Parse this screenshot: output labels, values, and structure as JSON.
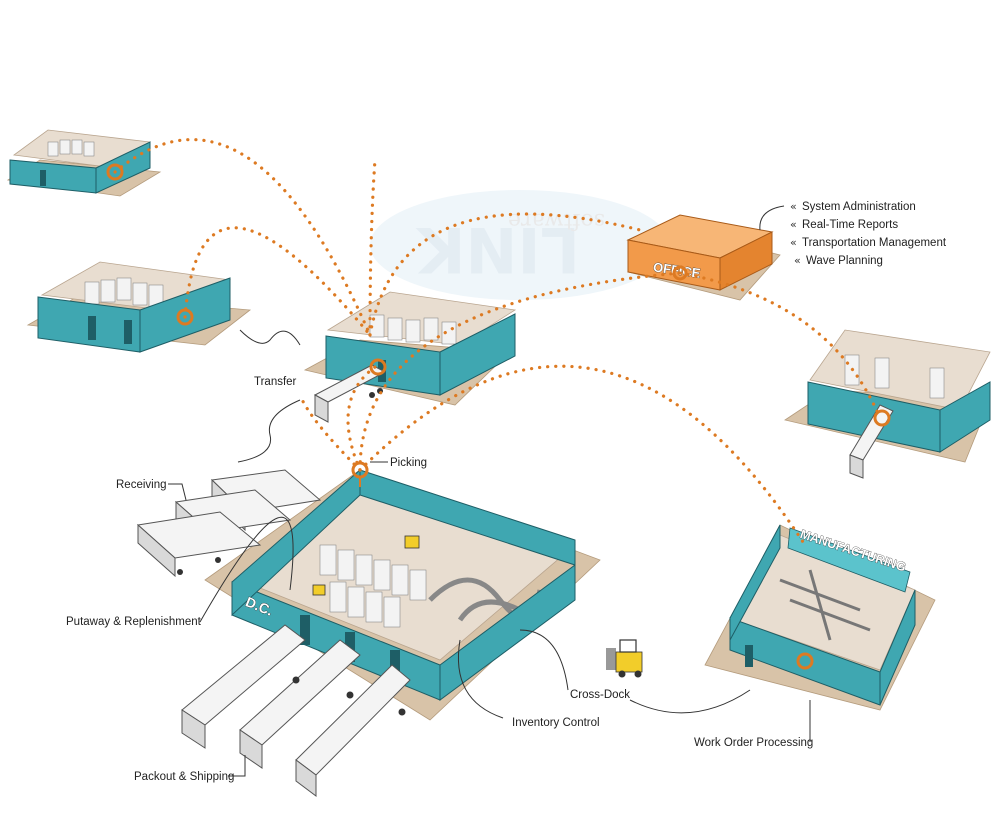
{
  "title": "",
  "buildings": {
    "office": "OFFICE",
    "dc": "D.C.",
    "manufacturing": "MANUFACTURING"
  },
  "office_features": [
    "System Administration",
    "Real-Time Reports",
    "Transportation Management",
    "Wave Planning"
  ],
  "bullet_glyph": "«",
  "labels": {
    "transfer": "Transfer",
    "receiving": "Receiving",
    "picking": "Picking",
    "putaway": "Putaway & Replenishment",
    "cross_dock": "Cross-Dock",
    "inventory_control": "Inventory Control",
    "packout": "Packout & Shipping",
    "work_order": "Work Order Processing"
  },
  "watermark": {
    "logo": "LINK",
    "tagline": "software"
  },
  "colors": {
    "accent_orange": "#dd7a22",
    "building_teal": "#3fa7b1",
    "office_orange": "#f29a4a",
    "ground_tan": "#d8c3a8"
  }
}
